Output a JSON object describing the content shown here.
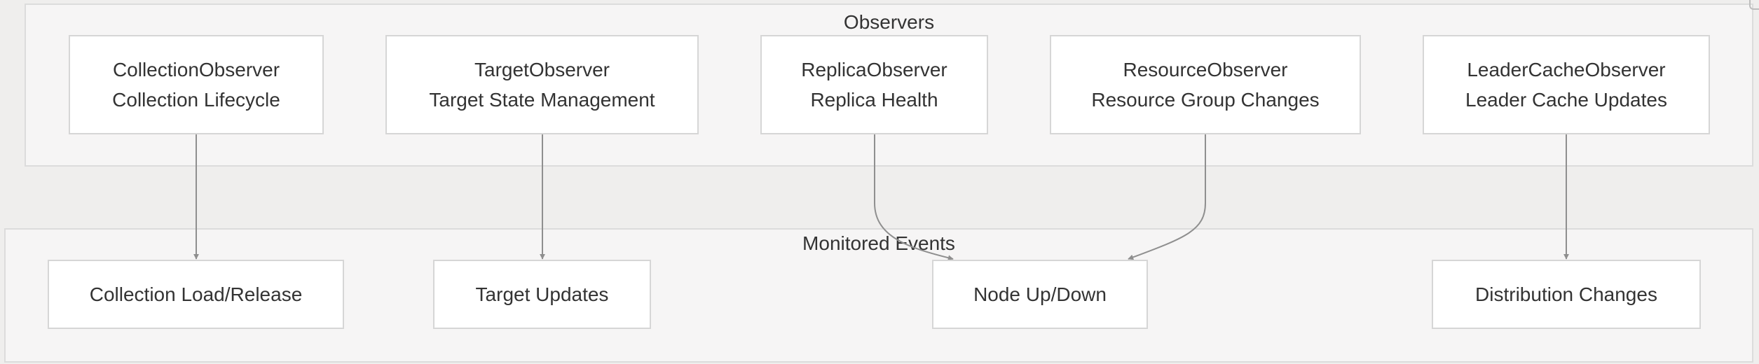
{
  "colors": {
    "background": "#efeeed",
    "group_fill": "#f6f5f5",
    "group_border": "#dcdcdc",
    "node_fill": "#ffffff",
    "node_border": "#d6d6d6",
    "edge": "#8f8f8f",
    "text": "#333333"
  },
  "groups": {
    "observers": {
      "title": "Observers"
    },
    "events": {
      "title": "Monitored Events"
    }
  },
  "observers": [
    {
      "name": "CollectionObserver",
      "desc": "Collection Lifecycle"
    },
    {
      "name": "TargetObserver",
      "desc": "Target State Management"
    },
    {
      "name": "ReplicaObserver",
      "desc": "Replica Health"
    },
    {
      "name": "ResourceObserver",
      "desc": "Resource Group Changes"
    },
    {
      "name": "LeaderCacheObserver",
      "desc": "Leader Cache Updates"
    }
  ],
  "events": [
    {
      "label": "Collection Load/Release"
    },
    {
      "label": "Target Updates"
    },
    {
      "label": "Node Up/Down"
    },
    {
      "label": "Distribution Changes"
    }
  ],
  "edges": [
    {
      "from": "CollectionObserver",
      "to": "Collection Load/Release"
    },
    {
      "from": "TargetObserver",
      "to": "Target Updates"
    },
    {
      "from": "ReplicaObserver",
      "to": "Node Up/Down"
    },
    {
      "from": "ResourceObserver",
      "to": "Node Up/Down"
    },
    {
      "from": "LeaderCacheObserver",
      "to": "Distribution Changes"
    }
  ]
}
